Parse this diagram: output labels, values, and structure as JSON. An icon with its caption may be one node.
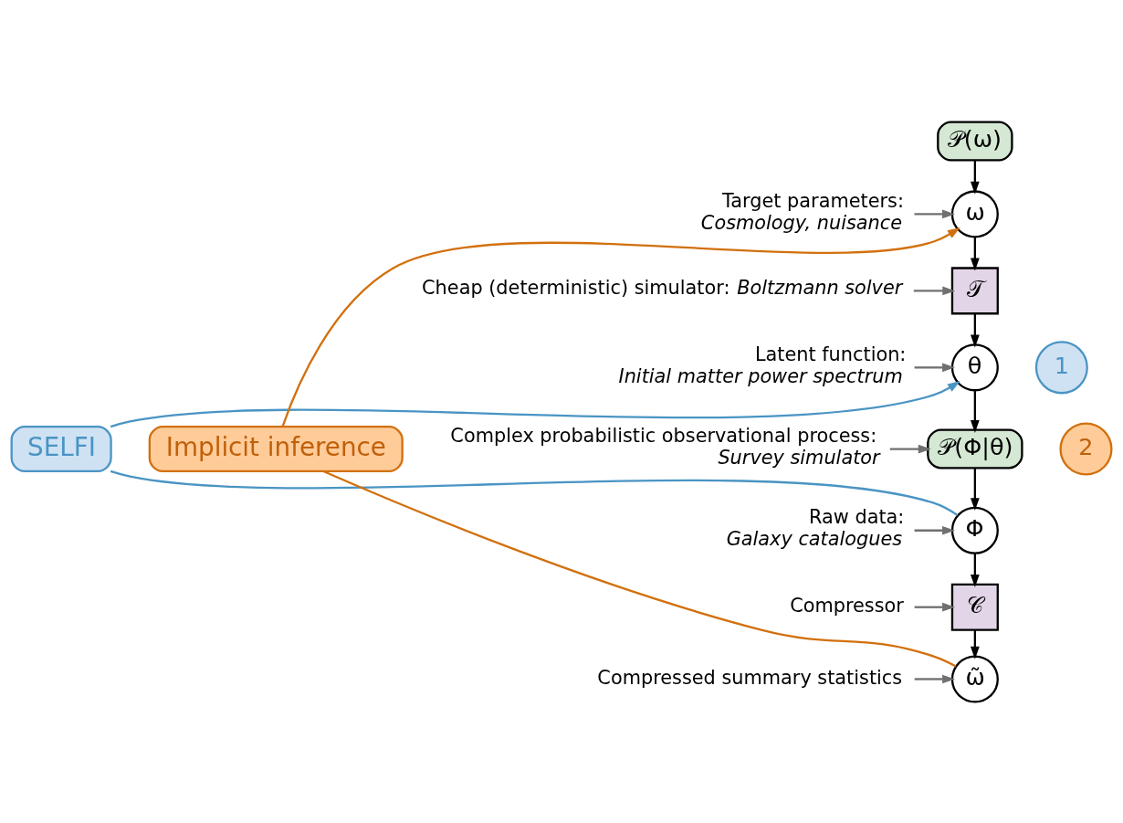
{
  "diagram": {
    "nodes": [
      {
        "text": [
          "𝒫(ω)"
        ]
      },
      {
        "text": [
          "ω"
        ]
      },
      {
        "text": [
          "𝒯"
        ]
      },
      {
        "text": [
          "θ"
        ]
      },
      {
        "text": [
          "𝒫(Φ|θ)"
        ]
      },
      {
        "text": [
          "Φ"
        ]
      },
      {
        "text": [
          "𝒞"
        ]
      },
      {
        "text": [
          "ω̃"
        ]
      },
      {
        "text": [
          "Target parameters:",
          "*Cosmology, nuisance*"
        ]
      },
      {
        "text": [
          "Cheap (deterministic) simulator: *Boltzmann solver*"
        ]
      },
      {
        "text": [
          "Latent function:",
          "*Initial matter power spectrum*"
        ]
      },
      {
        "text": [
          "Complex probabilistic observational process:",
          "*Survey simulator*"
        ]
      },
      {
        "text": [
          "Raw data:",
          "*Galaxy catalogues*"
        ]
      },
      {
        "text": [
          "Compressor"
        ]
      },
      {
        "text": [
          "Compressed summary statistics"
        ]
      },
      {
        "text": [
          "1"
        ]
      },
      {
        "text": [
          "SELFI"
        ]
      },
      {
        "text": [
          "2"
        ]
      },
      {
        "text": [
          "Implicit inference"
        ]
      }
    ],
    "edges": [
      {
        "from": 0,
        "to": 1,
        "arrow": "to"
      },
      {
        "from": 1,
        "to": 2,
        "arrow": "to"
      },
      {
        "from": 2,
        "to": 3,
        "arrow": "to"
      },
      {
        "from": 3,
        "to": 4,
        "arrow": "to"
      },
      {
        "from": 4,
        "to": 5,
        "arrow": "to"
      },
      {
        "from": 5,
        "to": 6,
        "arrow": "to"
      },
      {
        "from": 6,
        "to": 7,
        "arrow": "to"
      },
      {
        "from": 8,
        "to": 1,
        "arrow": "to",
        "color": "#707070"
      },
      {
        "from": 9,
        "to": 2,
        "arrow": "to",
        "color": "#707070"
      },
      {
        "from": 10,
        "to": 3,
        "arrow": "to",
        "color": "#707070"
      },
      {
        "from": 11,
        "to": 4,
        "arrow": "to",
        "color": "#707070"
      },
      {
        "from": 12,
        "to": 5,
        "arrow": "to",
        "color": "#707070"
      },
      {
        "from": 13,
        "to": 6,
        "arrow": "to",
        "color": "#707070"
      },
      {
        "from": 14,
        "to": 7,
        "arrow": "to",
        "color": "#707070"
      },
      {
        "from": 5,
        "to": 16,
        "arrow": "none",
        "color": "#4a94c4"
      },
      {
        "from": 16,
        "to": 3,
        "arrow": "to",
        "color": "#4a94c4"
      },
      {
        "from": 7,
        "to": 18,
        "arrow": "none",
        "color": "#d2700e"
      },
      {
        "from": 18,
        "to": 1,
        "arrow": "to",
        "color": "#d2700e"
      }
    ]
  }
}
